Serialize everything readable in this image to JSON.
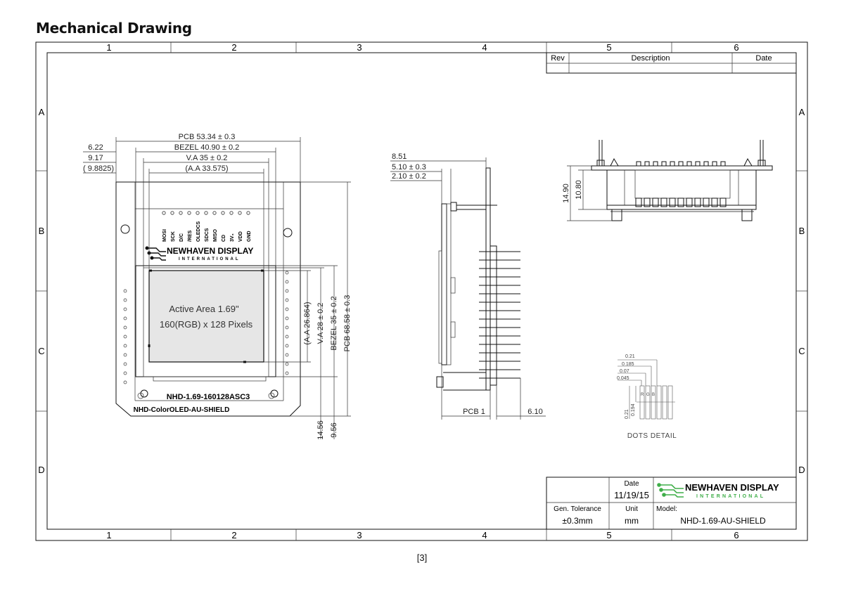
{
  "heading": "Mechanical Drawing",
  "page_number": "[3]",
  "frame": {
    "col_labels": [
      "1",
      "2",
      "3",
      "4",
      "5",
      "6"
    ],
    "row_labels": [
      "A",
      "B",
      "C",
      "D"
    ]
  },
  "revision_block": {
    "rev": "Rev",
    "description": "Description",
    "date": "Date"
  },
  "title_block": {
    "date_label": "Date",
    "date_value": "11/19/15",
    "tolerance_label": "Gen. Tolerance",
    "tolerance_value": "±0.3mm",
    "unit_label": "Unit",
    "unit_value": "mm",
    "model_label": "Model:",
    "model_value": "NHD-1.69-AU-SHIELD",
    "logo_main": "NEWHAVEN DISPLAY",
    "logo_sub": "INTERNATIONAL",
    "brand_green": "#3fae49"
  },
  "front_view": {
    "dims_top": {
      "pcb": "PCB 53.34 ± 0.3",
      "bezel": "BEZEL 40.90 ± 0.2",
      "va": "V.A 35 ± 0.2",
      "aa": "(A.A 33.575)",
      "d1": "6.22",
      "d2": "9.17",
      "d3": "( 9.8825)"
    },
    "dims_right": {
      "aa": "(A.A 26.864)",
      "va": "V.A 28 ± 0.2",
      "bezel": "BEZEL 35 ± 0.2",
      "pcb": "PCB 68.58 ± 0.3"
    },
    "dims_bottom": {
      "d1": "14.56",
      "d2": "9.56"
    },
    "pins": [
      "MOSI",
      "SCK",
      "D/C",
      "/RES",
      "OLEDCS",
      "SDCS",
      "MISO",
      "CD",
      "3V₃",
      "VDD",
      "GND"
    ],
    "logo": "NEWHAVEN DISPLAY",
    "logo_sub": "INTERNATIONAL",
    "active_area_1": "Active Area 1.69\"",
    "active_area_2": "160(RGB) x 128 Pixels",
    "part_number": "NHD-1.69-160128ASC3",
    "board_name": "NHD-ColorOLED-AU-SHIELD"
  },
  "side_view": {
    "d1": "8.51",
    "d2": "5.10 ± 0.3",
    "d3": "2.10 ± 0.2",
    "pcb": "PCB 1",
    "d4": "6.10"
  },
  "top_view": {
    "d1": "14.90",
    "d2": "10.80"
  },
  "dots_detail": {
    "title": "DOTS DETAIL",
    "d1": "0.21",
    "d2": "0.185",
    "d3": "0.07",
    "d4": "0.045",
    "d5": "0.21",
    "d6": "0.194",
    "rgb": [
      "R",
      "G",
      "B"
    ]
  }
}
